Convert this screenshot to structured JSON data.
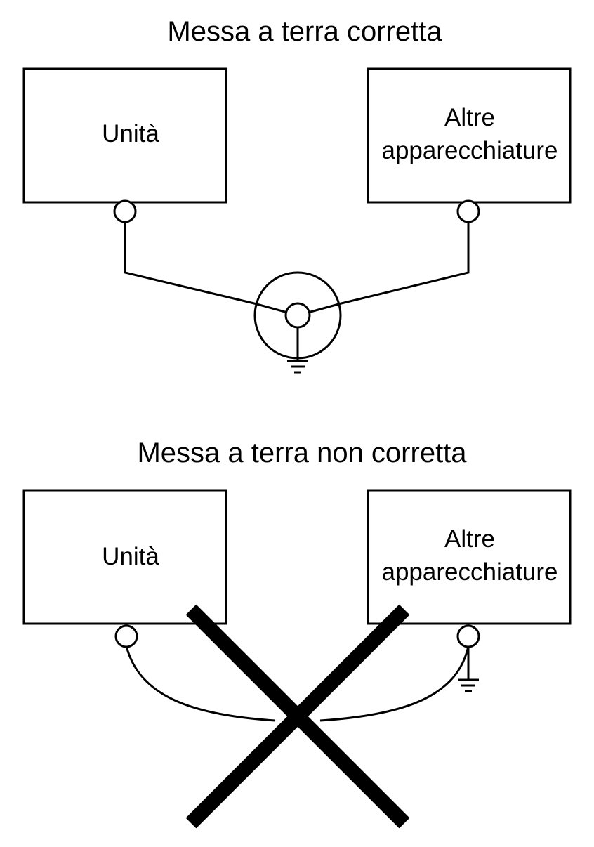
{
  "correct": {
    "title": "Messa a terra corretta",
    "unit_label": "Unità",
    "other_label_line1": "Altre",
    "other_label_line2": "apparecchiature"
  },
  "incorrect": {
    "title": "Messa a terra non corretta",
    "unit_label": "Unità",
    "other_label_line1": "Altre",
    "other_label_line2": "apparecchiature"
  },
  "colors": {
    "ink": "#000000",
    "background": "#ffffff"
  }
}
